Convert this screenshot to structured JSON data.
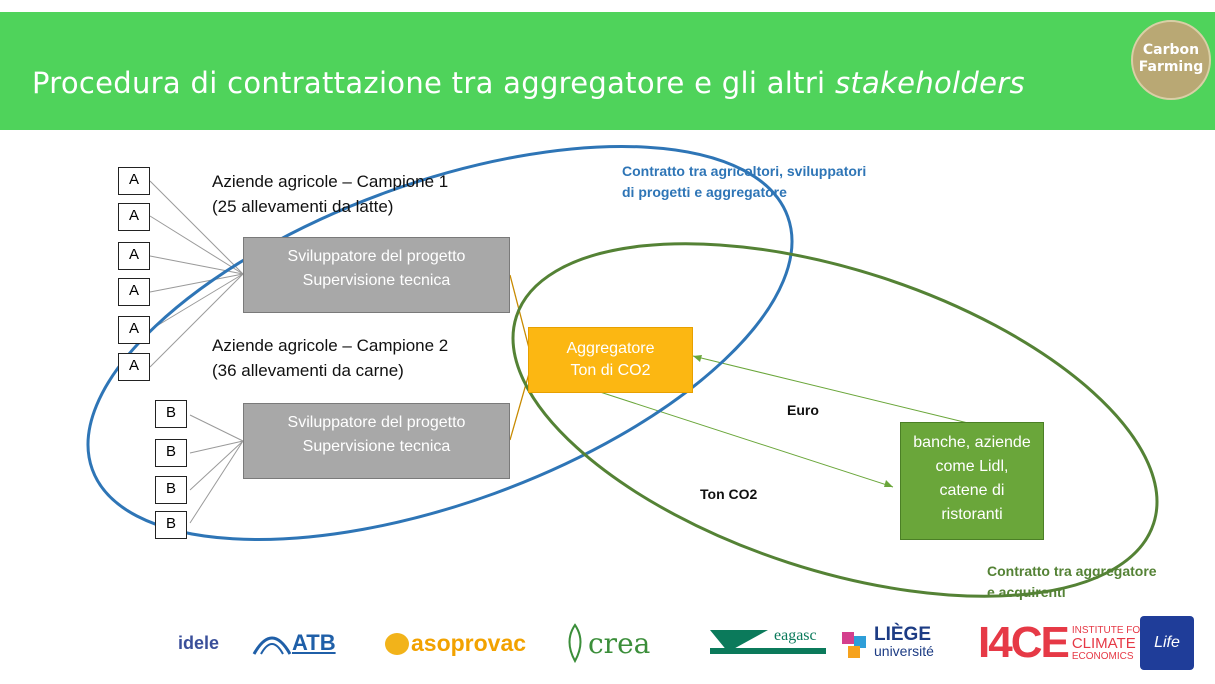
{
  "header": {
    "title": "Procedura di contrattazione tra aggregatore e gli altri",
    "title_italic": "stakeholders",
    "badge_line1": "Carbon",
    "badge_line2": "Farming"
  },
  "farms_group1": {
    "label_line1": "Aziende agricole – Campione 1",
    "label_line2": "(25 allevamenti da latte)",
    "boxes": [
      "A",
      "A",
      "A",
      "A",
      "A",
      "A"
    ]
  },
  "farms_group2": {
    "label_line1": "Aziende agricole – Campione 2",
    "label_line2": "(36 allevamenti da carne)",
    "boxes": [
      "B",
      "B",
      "B",
      "B"
    ]
  },
  "developer1": {
    "line1": "Sviluppatore del progetto",
    "line2": "Supervisione tecnica"
  },
  "developer2": {
    "line1": "Sviluppatore del progetto",
    "line2": "Supervisione tecnica"
  },
  "aggregator": {
    "line1": "Aggregatore",
    "line2": "Ton di CO2"
  },
  "buyers": {
    "line1": "banche, aziende",
    "line2": "come Lidl,",
    "line3": "catene di",
    "line4": "ristoranti"
  },
  "flows": {
    "euro": "Euro",
    "ton_co2": "Ton CO2"
  },
  "contracts": {
    "blue_line1": "Contratto tra agricoltori, sviluppatori",
    "blue_line2": "di progetti e aggregatore",
    "green_line1": "Contratto tra aggregatore",
    "green_line2": "e acquirenti"
  },
  "colors": {
    "header": "#4fd35b",
    "blue_ellipse": "#2e75b6",
    "green_ellipse": "#548235",
    "aggregator": "#fcb712",
    "buyers": "#6aa63a"
  },
  "logos": [
    "idele",
    "ATB",
    "asoprovac",
    "crea",
    "eagasc",
    "LIÈGE",
    "université",
    "I4CE",
    "INSTITUTE FOR",
    "CLIMATE",
    "ECONOMICS",
    "Life"
  ]
}
